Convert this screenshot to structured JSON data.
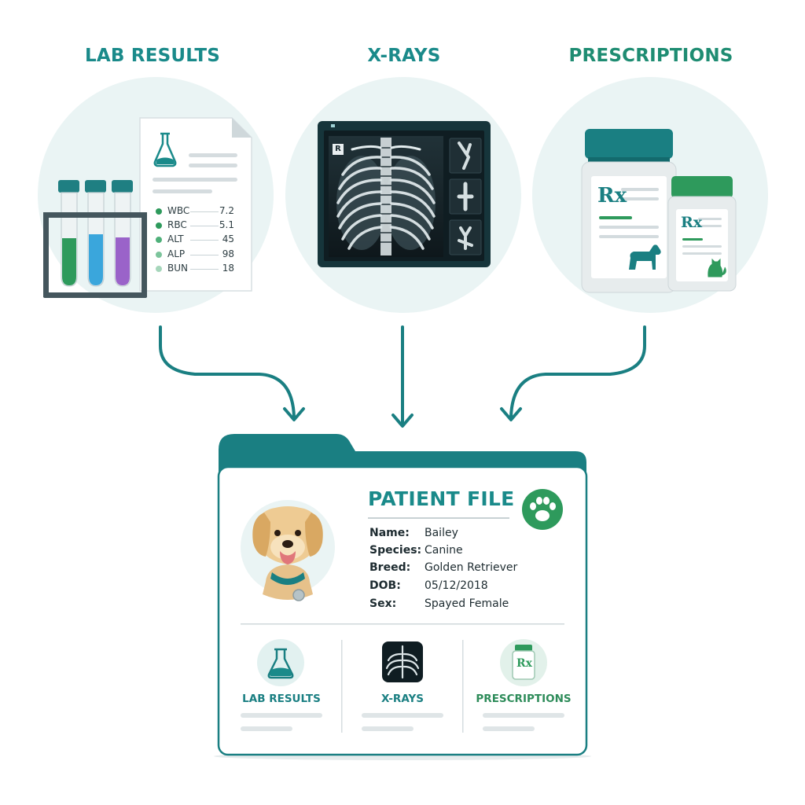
{
  "headings": {
    "lab_results": "LAB RESULTS",
    "xrays": "X-RAYS",
    "prescriptions": "PRESCRIPTIONS"
  },
  "lab_values": [
    {
      "name": "WBC",
      "value": "7.2",
      "color": "#2e9a5c"
    },
    {
      "name": "RBC",
      "value": "5.1",
      "color": "#2e9a5c"
    },
    {
      "name": "ALT",
      "value": "45",
      "color": "#4fb07a"
    },
    {
      "name": "ALP",
      "value": "98",
      "color": "#7cc49c"
    },
    {
      "name": "BUN",
      "value": "18",
      "color": "#a6d6bb"
    }
  ],
  "xray_marker": "R",
  "rx_symbol": "Rx",
  "patient_file": {
    "title": "PATIENT FILE",
    "fields": [
      {
        "label": "Name:",
        "value": "Bailey"
      },
      {
        "label": "Species:",
        "value": "Canine"
      },
      {
        "label": "Breed:",
        "value": "Golden Retriever"
      },
      {
        "label": "DOB:",
        "value": "05/12/2018"
      },
      {
        "label": "Sex:",
        "value": "Spayed Female"
      }
    ],
    "sections": [
      {
        "label": "LAB RESULTS",
        "icon": "flask-icon"
      },
      {
        "label": "X-RAYS",
        "icon": "xray-icon"
      },
      {
        "label": "PRESCRIPTIONS",
        "icon": "pill-bottle-icon"
      }
    ]
  },
  "colors": {
    "teal": "#1a8a8a",
    "dark_teal": "#0f7275",
    "green": "#2e9a5c",
    "circle_bg": "#eaf4f4",
    "tube_green": "#2e9a5c",
    "tube_blue": "#3aa6dc",
    "tube_purple": "#9a63c9"
  }
}
